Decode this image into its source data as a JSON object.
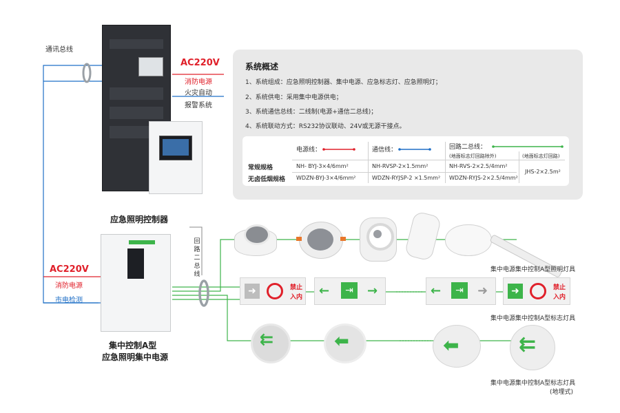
{
  "bus_label": "通讯总线",
  "top_power": {
    "voltage": "AC220V",
    "fire_power": "消防电源",
    "fire_alarm_1": "火灾自动",
    "fire_alarm_2": "报警系统"
  },
  "left_power": {
    "voltage": "AC220V",
    "fire_power": "消防电源",
    "mains_detect": "市电检测"
  },
  "controller_caption": "应急照明控制器",
  "supply_caption_1": "集中控制A型",
  "supply_caption_2": "应急照明集中电源",
  "loop_bus_label": [
    "回",
    "路",
    "二",
    "总",
    "线"
  ],
  "overview": {
    "title": "系统概述",
    "items": [
      "1、系统组成：应急照明控制器、集中电源、应急标志灯、应急照明灯；",
      "2、系统供电：采用集中电源供电；",
      "3、系统通信总线：二线制(电源+通信二总线)；",
      "4、系统联动方式：RS232协议联动、24V或无源干接点。"
    ],
    "spec": {
      "col_power": "电源线：",
      "col_comm": "通信线：",
      "col_loop": "回路二总线：",
      "sub_a": "(地面标志灯回路除外)",
      "sub_b": "(地面标志灯回路)",
      "row1_label": "常规规格",
      "row2_label": "无卤低烟规格",
      "row1_power": "NH- BYJ-3×4/6mm²",
      "row2_power": "WDZN-BYJ-3×4/6mm²",
      "row1_comm": "NH-RVSP-2×1.5mm²",
      "row2_comm": "WDZN-RYJSP-2 ×1.5mm²",
      "row1_loop": "NH-RVS-2×2.5/4mm²",
      "row2_loop": "WDZN-RYJS-2×2.5/4mm²",
      "floor_loop": "JHS-2×2.5m²"
    }
  },
  "sign_text": {
    "no_entry_1": "禁止",
    "no_entry_2": "入内"
  },
  "row_captions": {
    "lighting": "集中电源集中控制A型照明灯具",
    "sign": "集中电源集中控制A型标志灯具",
    "floor_1": "集中电源集中控制A型标志灯具",
    "floor_2": "(地埋式)"
  },
  "colors": {
    "power_line": "#e0202a",
    "comm_line": "#1f6fc6",
    "loop_line": "#3db44a",
    "panel_bg": "#e9e9e9",
    "title_blue": "#1f6fc6"
  }
}
